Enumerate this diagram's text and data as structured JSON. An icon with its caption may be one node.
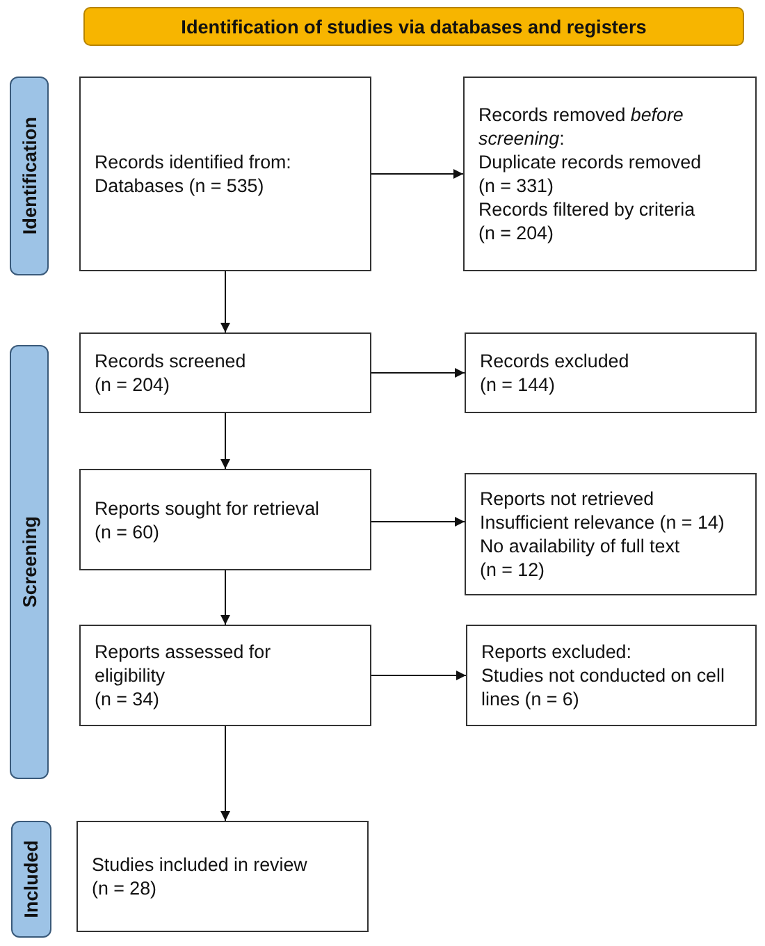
{
  "diagram": {
    "nodes": [
      {
        "text": [
          "Identification of studies via databases and registers"
        ]
      },
      {
        "text": [
          "Identification"
        ]
      },
      {
        "text": [
          "Records identified from:",
          "Databases (n = 535)"
        ]
      },
      {
        "text": [
          "Records removed *before screening*:",
          "Duplicate records removed",
          "(n = 331)",
          "Records filtered by criteria",
          "(n = 204)"
        ]
      },
      {
        "text": [
          "Screening"
        ]
      },
      {
        "text": [
          "Records screened",
          "(n = 204)"
        ]
      },
      {
        "text": [
          "Records excluded",
          "(n = 144)"
        ]
      },
      {
        "text": [
          "Reports sought for retrieval",
          "(n = 60)"
        ]
      },
      {
        "text": [
          "Reports not retrieved",
          "Insufficient relevance (n = 14)",
          "No availability of full text (n = 12)"
        ]
      },
      {
        "text": [
          "Reports assessed for eligibility",
          "(n = 34)"
        ]
      },
      {
        "text": [
          "Reports excluded:",
          "Studies not conducted on cell lines (n = 6)"
        ]
      },
      {
        "text": [
          "Included"
        ]
      },
      {
        "text": [
          "Studies included in review",
          "(n = 28)"
        ]
      }
    ],
    "edges": [
      {
        "from": 2,
        "to": 3,
        "arrow": "to"
      },
      {
        "from": 2,
        "to": 5,
        "arrow": "to"
      },
      {
        "from": 5,
        "to": 6,
        "arrow": "to"
      },
      {
        "from": 5,
        "to": 7,
        "arrow": "to"
      },
      {
        "from": 7,
        "to": 8,
        "arrow": "to"
      },
      {
        "from": 7,
        "to": 9,
        "arrow": "to"
      },
      {
        "from": 9,
        "to": 10,
        "arrow": "to"
      },
      {
        "from": 9,
        "to": 12,
        "arrow": "to"
      }
    ]
  }
}
